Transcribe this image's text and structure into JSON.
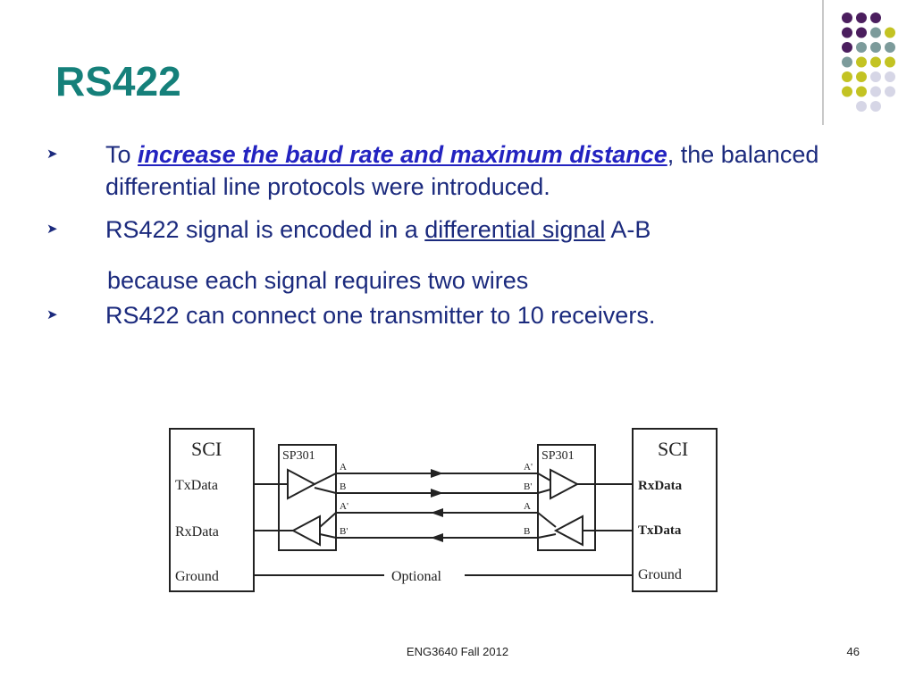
{
  "slide": {
    "title": "RS422",
    "bullets": [
      {
        "pre": "To ",
        "emphasis": "increase the baud rate and maximum distance",
        "post": ", the balanced differential line protocols were introduced."
      },
      {
        "pre": "RS422 signal is encoded in a ",
        "underlined": "differential signal",
        "post": " A-B"
      },
      {
        "text": "RS422 can connect one transmitter to 10 receivers."
      }
    ],
    "continuation": "because each signal requires two wires"
  },
  "diagram": {
    "left_block": {
      "title": "SCI",
      "lines": [
        "TxData",
        "RxData",
        "Ground"
      ]
    },
    "left_chip": "SP301",
    "right_chip": "SP301",
    "right_block": {
      "title": "SCI",
      "lines": [
        "RxData",
        "TxData",
        "Ground"
      ]
    },
    "left_pins": [
      "A",
      "B",
      "A'",
      "B'"
    ],
    "right_pins": [
      "A'",
      "B'",
      "A",
      "B"
    ],
    "ground_label": "Optional"
  },
  "footer": {
    "course": "ENG3640 Fall 2012",
    "page": "46"
  },
  "colors": {
    "title": "#15807a",
    "body_text": "#1b2a7d",
    "emphasis": "#2323c0",
    "dot_purple": "#4b1e5e",
    "dot_teal": "#7c9b9b",
    "dot_yellow": "#c3c323",
    "dot_lavender": "#d6d6e6"
  }
}
